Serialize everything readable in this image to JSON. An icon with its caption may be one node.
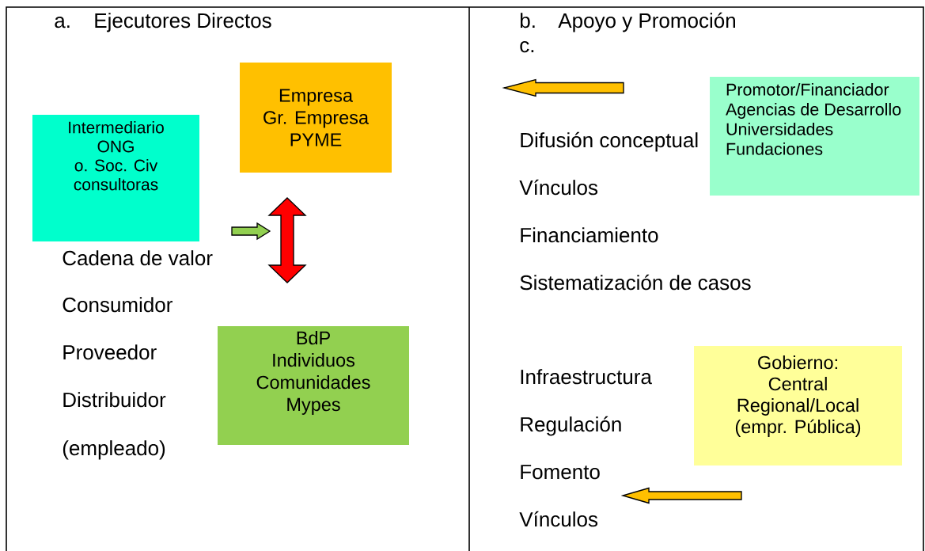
{
  "diagram": {
    "nodes": [
      {
        "text": [
          "Intermediario",
          "ONG",
          "o. Soc. Civ",
          "consultoras"
        ]
      },
      {
        "text": [
          "Empresa",
          "Gr. Empresa",
          "PYME"
        ]
      },
      {
        "text": [
          "BdP",
          "Individuos",
          "Comunidades",
          "Mypes"
        ]
      },
      {
        "text": [
          "Promotor/Financiador",
          "Agencias de Desarrollo",
          "Universidades",
          "Fundaciones"
        ]
      },
      {
        "text": [
          "Gobierno:",
          "Central",
          "Regional/Local",
          "(empr. Pública)"
        ]
      }
    ],
    "edges": [
      {
        "from": 1,
        "to": 2,
        "arrow": "both",
        "color": "#ff0000"
      }
    ],
    "labels": [
      "a.",
      "Ejecutores Directos",
      "b.",
      "Apoyo y Promoción",
      "c.",
      "Cadena de valor",
      "Consumidor",
      "Proveedor",
      "Distribuidor",
      "(empleado)",
      "Difusión conceptual",
      "Vínculos",
      "Financiamiento",
      "Sistematización de casos",
      "Infraestructura",
      "Regulación",
      "Fomento",
      "Vínculos"
    ]
  }
}
